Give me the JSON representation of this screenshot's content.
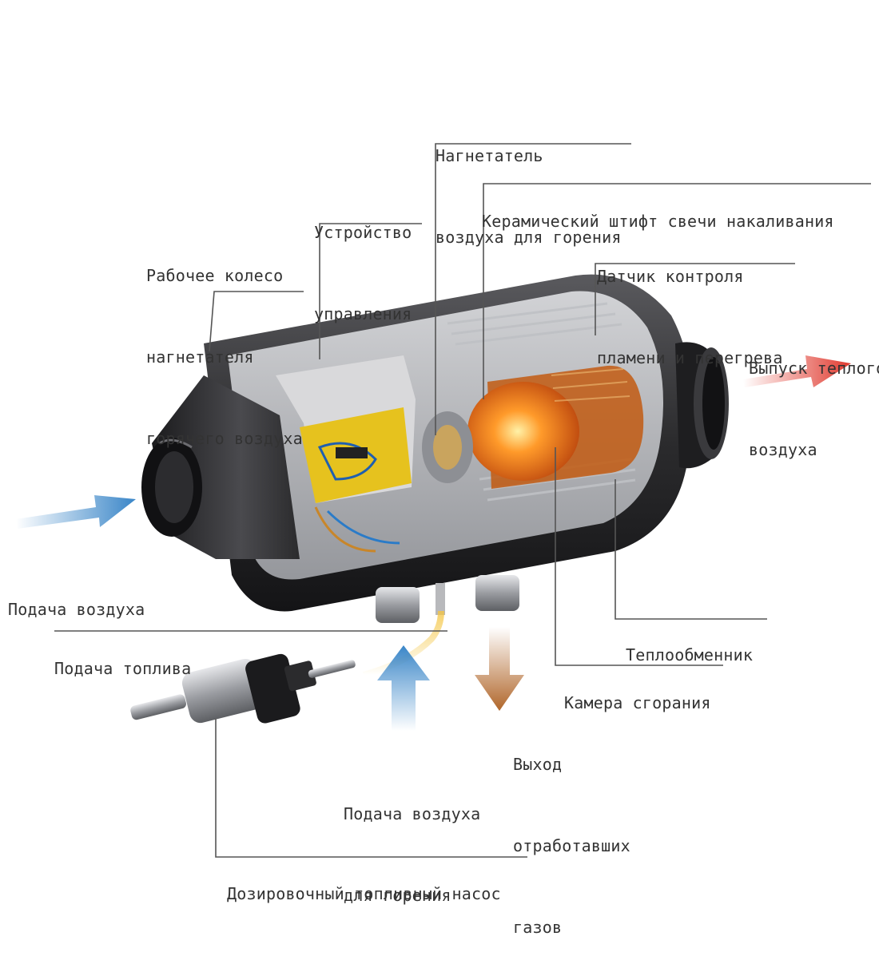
{
  "labels": {
    "blower_fan": [
      "Нагнетатель",
      "воздуха для горения"
    ],
    "glow_pin": "Керамический штифт свечи накаливания",
    "control_unit": [
      "Устройство",
      "управления"
    ],
    "impeller": [
      "Рабочее колесо",
      "нагнетателя",
      "горячего воздуха"
    ],
    "flame_sensor": [
      "Датчик контроля",
      "пламени и перегрева"
    ],
    "hot_air_outlet": [
      "Выпуск теплого",
      "воздуха"
    ],
    "air_inlet": "Подача воздуха",
    "fuel_supply": "Подача топлива",
    "heat_exchanger": "Теплообменник",
    "combustion_chamber": "Камера сгорания",
    "exhaust": [
      "Выход",
      "отработавших",
      "газов"
    ],
    "combustion_air": [
      "Подача воздуха",
      "для горения"
    ],
    "fuel_pump": "Дозировочный топливный насос"
  },
  "colors": {
    "leader_line": "#555555",
    "text": "#333333",
    "inlet_arrow": "#3a86c8",
    "outlet_arrow": "#e0392e",
    "exhaust_arrow": "#b0662a",
    "housing": "#2b2b2d",
    "flame": "#ff7a1a",
    "control_unit": "#e6c21e"
  },
  "icons": [
    "air-inlet-arrow-icon",
    "hot-air-outlet-arrow-icon",
    "combustion-air-arrow-icon",
    "exhaust-arrow-icon",
    "heater-unit-icon",
    "fuel-pump-icon"
  ]
}
